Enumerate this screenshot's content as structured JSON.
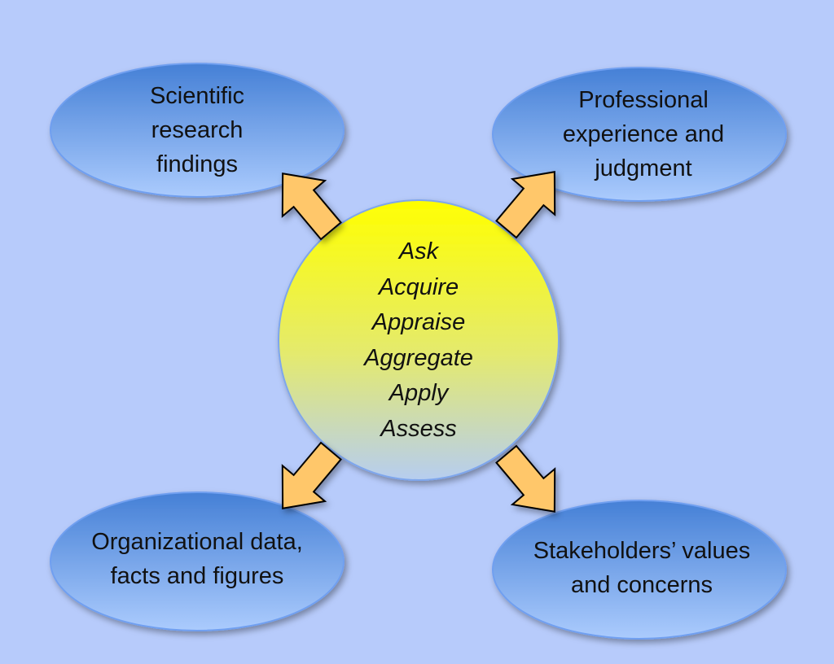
{
  "center": {
    "steps": [
      "Ask",
      "Acquire",
      "Appraise",
      "Aggregate",
      "Apply",
      "Assess"
    ]
  },
  "sources": {
    "top_left": "Scientific\nresearch\nfindings",
    "top_right": "Professional\nexperience and\njudgment",
    "bottom_left": "Organizational data,\nfacts and figures",
    "bottom_right": "Stakeholders’ values\nand concerns"
  },
  "colors": {
    "background": "#b7cbfb",
    "ellipse_top": "#4a86d8",
    "ellipse_bottom": "#a9c8fb",
    "circle_top": "#ffff00",
    "circle_bottom": "#b8cfee",
    "arrow": "#ffc76a"
  }
}
